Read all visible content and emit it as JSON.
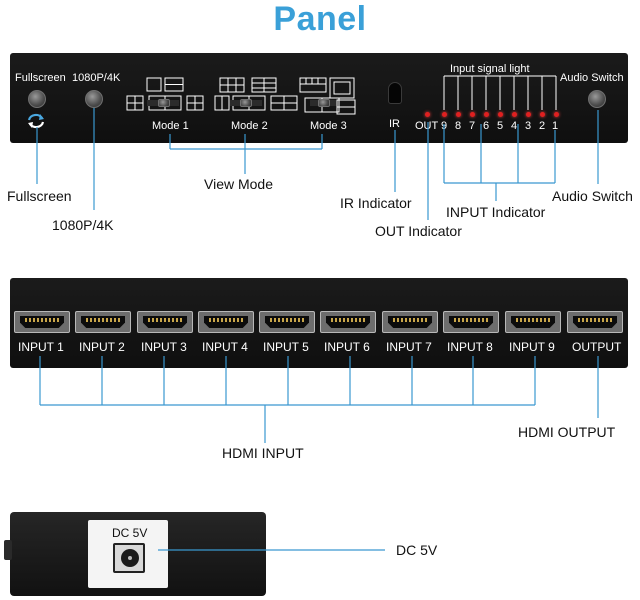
{
  "title": "Panel",
  "front_panel": {
    "fullscreen_label": "Fullscreen",
    "resolution_label": "1080P/4K",
    "mode_labels": [
      "Mode 1",
      "Mode 2",
      "Mode 3"
    ],
    "ir_label": "IR",
    "out_label": "OUT",
    "input_signal_light_label": "Input signal light",
    "signal_numbers": [
      "9",
      "8",
      "7",
      "6",
      "5",
      "4",
      "3",
      "2",
      "1"
    ],
    "audio_switch_label": "Audio Switch"
  },
  "front_callouts": {
    "fullscreen": "Fullscreen",
    "resolution": "1080P/4K",
    "view_mode": "View Mode",
    "ir_indicator": "IR Indicator",
    "out_indicator": "OUT Indicator",
    "input_indicator": "INPUT Indicator",
    "audio_switch": "Audio Switch"
  },
  "rear_panel": {
    "ports": [
      "INPUT 1",
      "INPUT 2",
      "INPUT 3",
      "INPUT 4",
      "INPUT 5",
      "INPUT 6",
      "INPUT 7",
      "INPUT 8",
      "INPUT 9",
      "OUTPUT"
    ]
  },
  "rear_callouts": {
    "hdmi_input": "HDMI INPUT",
    "hdmi_output": "HDMI OUTPUT"
  },
  "side_panel": {
    "dc_label": "DC 5V",
    "callout": "DC 5V"
  },
  "colors": {
    "title": "#3aa0d8",
    "callout_line": "#3a98d0",
    "led": "#e02020",
    "panel": "#151515"
  }
}
